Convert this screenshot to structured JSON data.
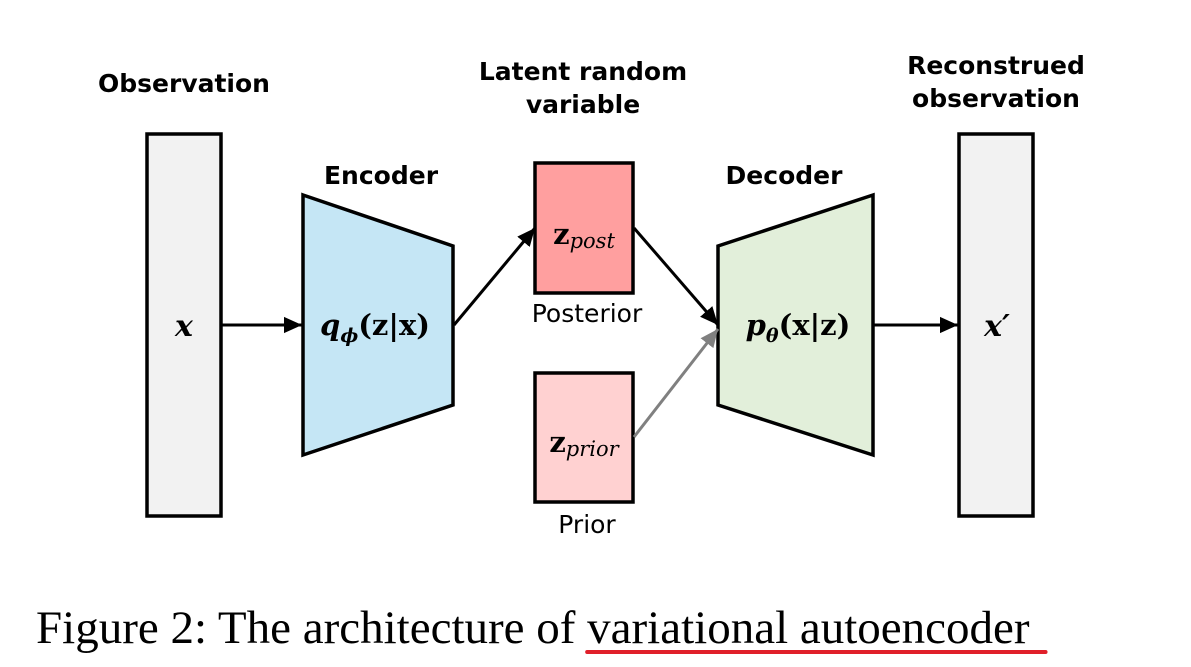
{
  "figure": {
    "headers": {
      "observation": "Observation",
      "latent_line1": "Latent random",
      "latent_line2": "variable",
      "reconstructed_line1": "Reconstrued",
      "reconstructed_line2": "observation"
    },
    "encoder": {
      "label": "Encoder",
      "label_color": "#4472c4",
      "fill": "#c5e6f5",
      "formula_main": "q",
      "formula_sub": "ϕ",
      "formula_rest": "(z|x)"
    },
    "decoder": {
      "label": "Decoder",
      "label_color": "#70ad47",
      "fill": "#e2efda",
      "formula_main": "p",
      "formula_sub": "θ",
      "formula_rest": "(x|z)"
    },
    "observation": {
      "symbol": "x",
      "fill": "#f2f2f2"
    },
    "reconstructed": {
      "symbol": "x′",
      "fill": "#f2f2f2"
    },
    "posterior": {
      "symbol": "z",
      "subscript": "post",
      "caption": "Posterior",
      "fill": "#ff9f9f"
    },
    "prior": {
      "symbol": "z",
      "subscript": "prior",
      "caption": "Prior",
      "fill": "#ffd1d1"
    },
    "arrow_colors": {
      "main": "#000000",
      "prior": "#808080"
    }
  },
  "caption": {
    "prefix": "Figure 2: The architecture of ",
    "highlight": "variational autoencoder",
    "underline_color": "#e0202a"
  }
}
